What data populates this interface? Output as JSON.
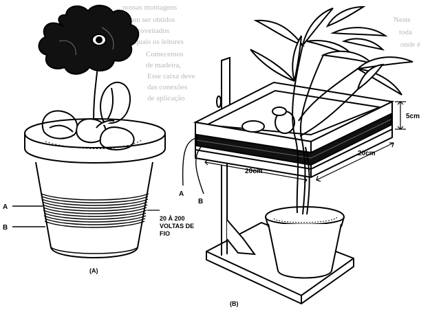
{
  "figure_a": {
    "caption": "(A)",
    "wire_a": "A",
    "wire_b": "B",
    "turns_line1": "20 À 200",
    "turns_line2": "VOLTAS DE",
    "turns_line3": "FIO"
  },
  "figure_b": {
    "caption": "(B)",
    "wire_a": "A",
    "wire_b": "B",
    "dim_height": "5cm",
    "dim_width": "20cm",
    "dim_depth": "20cm"
  },
  "background_text": {
    "lines": [
      "nossas montagens",
      "sam ser obtidos",
      "aproveitados",
      "quais os leitores",
      "Comecemos",
      "de madeira,",
      "Esse caixa deve",
      "das conexões",
      "de aplicação",
      "Neste",
      "toda",
      "onde é"
    ]
  }
}
